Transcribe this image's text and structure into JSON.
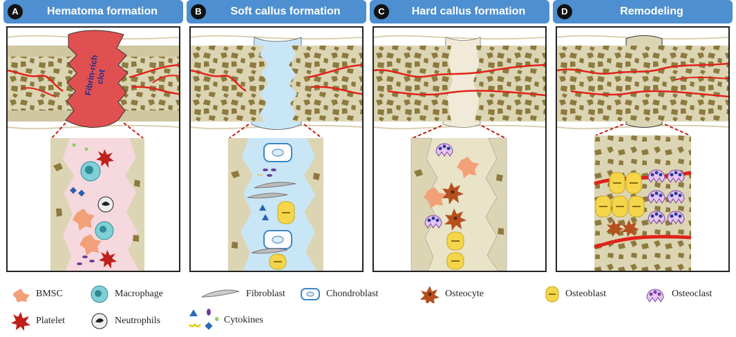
{
  "panels": [
    {
      "letter": "A",
      "title": "Hematoma formation"
    },
    {
      "letter": "B",
      "title": "Soft callus formation"
    },
    {
      "letter": "C",
      "title": "Hard callus formation"
    },
    {
      "letter": "D",
      "title": "Remodeling"
    }
  ],
  "clot_label_line1": "Fibrin-rich",
  "clot_label_line2": "clot",
  "legend": {
    "bmsc": "BMSC",
    "macrophage": "Macrophage",
    "fibroblast": "Fibroblast",
    "chondroblast": "Chondroblast",
    "osteocyte": "Osteocyte",
    "osteoblast": "Osteoblast",
    "osteoclast": "Osteoclast",
    "platelet": "Platelet",
    "neutrophils": "Neutrophils",
    "cytokines": "Cytokines"
  },
  "colors": {
    "header": "#4d8fd0",
    "bone": "#d9d2b0",
    "trabecula": "#8c7a3e",
    "vessel": "#e0221a",
    "clot": "#e05050",
    "soft_callus": "#c9e6f7",
    "hard_callus": "#f1ead8"
  }
}
